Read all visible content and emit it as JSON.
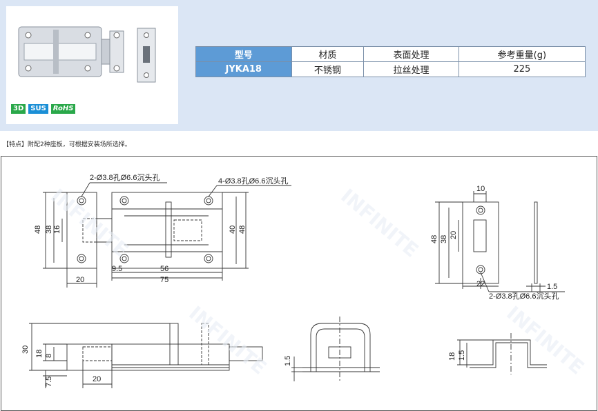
{
  "badges": {
    "d3": "3D",
    "sus": "SUS",
    "rohs": "RoHS"
  },
  "table": {
    "headers": [
      "型号",
      "材质",
      "表面处理",
      "参考重量(g)"
    ],
    "row": [
      "JYKA18",
      "不锈钢",
      "拉丝处理",
      "225"
    ]
  },
  "feature_note": "【特点】附配2种座板，可根据安装场所选择。",
  "drawing": {
    "callout_main_left": "2-Ø3.8孔Ø6.6沉头孔",
    "callout_main_right": "4-Ø3.8孔Ø6.6沉头孔",
    "callout_plate": "2-Ø3.8孔Ø6.6沉头孔",
    "dim_front_48_left": "48",
    "dim_front_38": "38",
    "dim_front_16": "16",
    "dim_front_40": "40",
    "dim_front_48_right": "48",
    "dim_front_95": "9.5",
    "dim_front_56": "56",
    "dim_front_75": "75",
    "dim_front_20": "20",
    "dim_plate_10": "10",
    "dim_plate_48": "48",
    "dim_plate_38": "38",
    "dim_plate_20": "20",
    "dim_plate_22": "22",
    "dim_plate_15": "1.5",
    "dim_side_30": "30",
    "dim_side_18": "18",
    "dim_side_8": "8",
    "dim_side_75": "7.5",
    "dim_side_20": "20",
    "dim_end_15": "1.5",
    "dim_bracket_18": "18",
    "dim_bracket_15": "1.5"
  },
  "watermark": "INFINITE"
}
